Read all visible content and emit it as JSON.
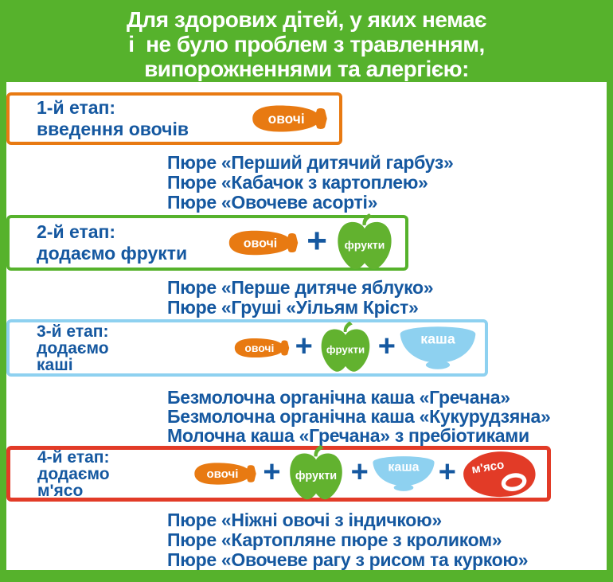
{
  "header": {
    "lines": [
      "Для здорових дітей, у яких немає",
      "і  не було проблем з травленням,",
      "випорожненнями та алергією:"
    ],
    "bg_color": "#56b22c",
    "text_color": "#ffffff"
  },
  "accent_text_color": "#1558a0",
  "plus_sign": "+",
  "icons": {
    "vegetables": {
      "label": "овочі",
      "color": "#e87a12"
    },
    "fruits": {
      "label": "фрукти",
      "color": "#62b22f"
    },
    "porridge": {
      "label": "каша",
      "color": "#8ed1f0"
    },
    "meat": {
      "label": "м'ясо",
      "color": "#e23b27"
    }
  },
  "stages": [
    {
      "title_lines": [
        "1-й етап:",
        "введення овочів"
      ],
      "border_color": "#e87a12",
      "icon_keys": [
        "vegetables"
      ],
      "products": [
        "Пюре «Перший дитячий гарбуз»",
        "Пюре «Кабачок з картоплею»",
        "Пюре «Овочеве асорті»"
      ]
    },
    {
      "title_lines": [
        "2-й етап:",
        "додаємо фрукти"
      ],
      "border_color": "#56b22c",
      "icon_keys": [
        "vegetables",
        "fruits"
      ],
      "products": [
        "Пюре «Перше дитяче яблуко»",
        "Пюре «Груші «Уільям Кріст»"
      ]
    },
    {
      "title_lines": [
        "3-й етап:",
        "додаємо",
        "каші"
      ],
      "border_color": "#8ed1f0",
      "icon_keys": [
        "vegetables",
        "fruits",
        "porridge"
      ],
      "products": [
        "Безмолочна органічна каша «Гречана»",
        "Безмолочна органічна каша «Кукурудзяна»",
        "Молочна каша «Гречана» з пребіотиками"
      ]
    },
    {
      "title_lines": [
        "4-й етап:",
        "додаємо",
        "м'ясо"
      ],
      "border_color": "#e23b27",
      "icon_keys": [
        "vegetables",
        "fruits",
        "porridge",
        "meat"
      ],
      "products": [
        "Пюре «Ніжні овочі з індичкою»",
        "Пюре «Картопляне пюре з кроликом»",
        "Пюре «Овочеве рагу з рисом та куркою»"
      ]
    }
  ]
}
